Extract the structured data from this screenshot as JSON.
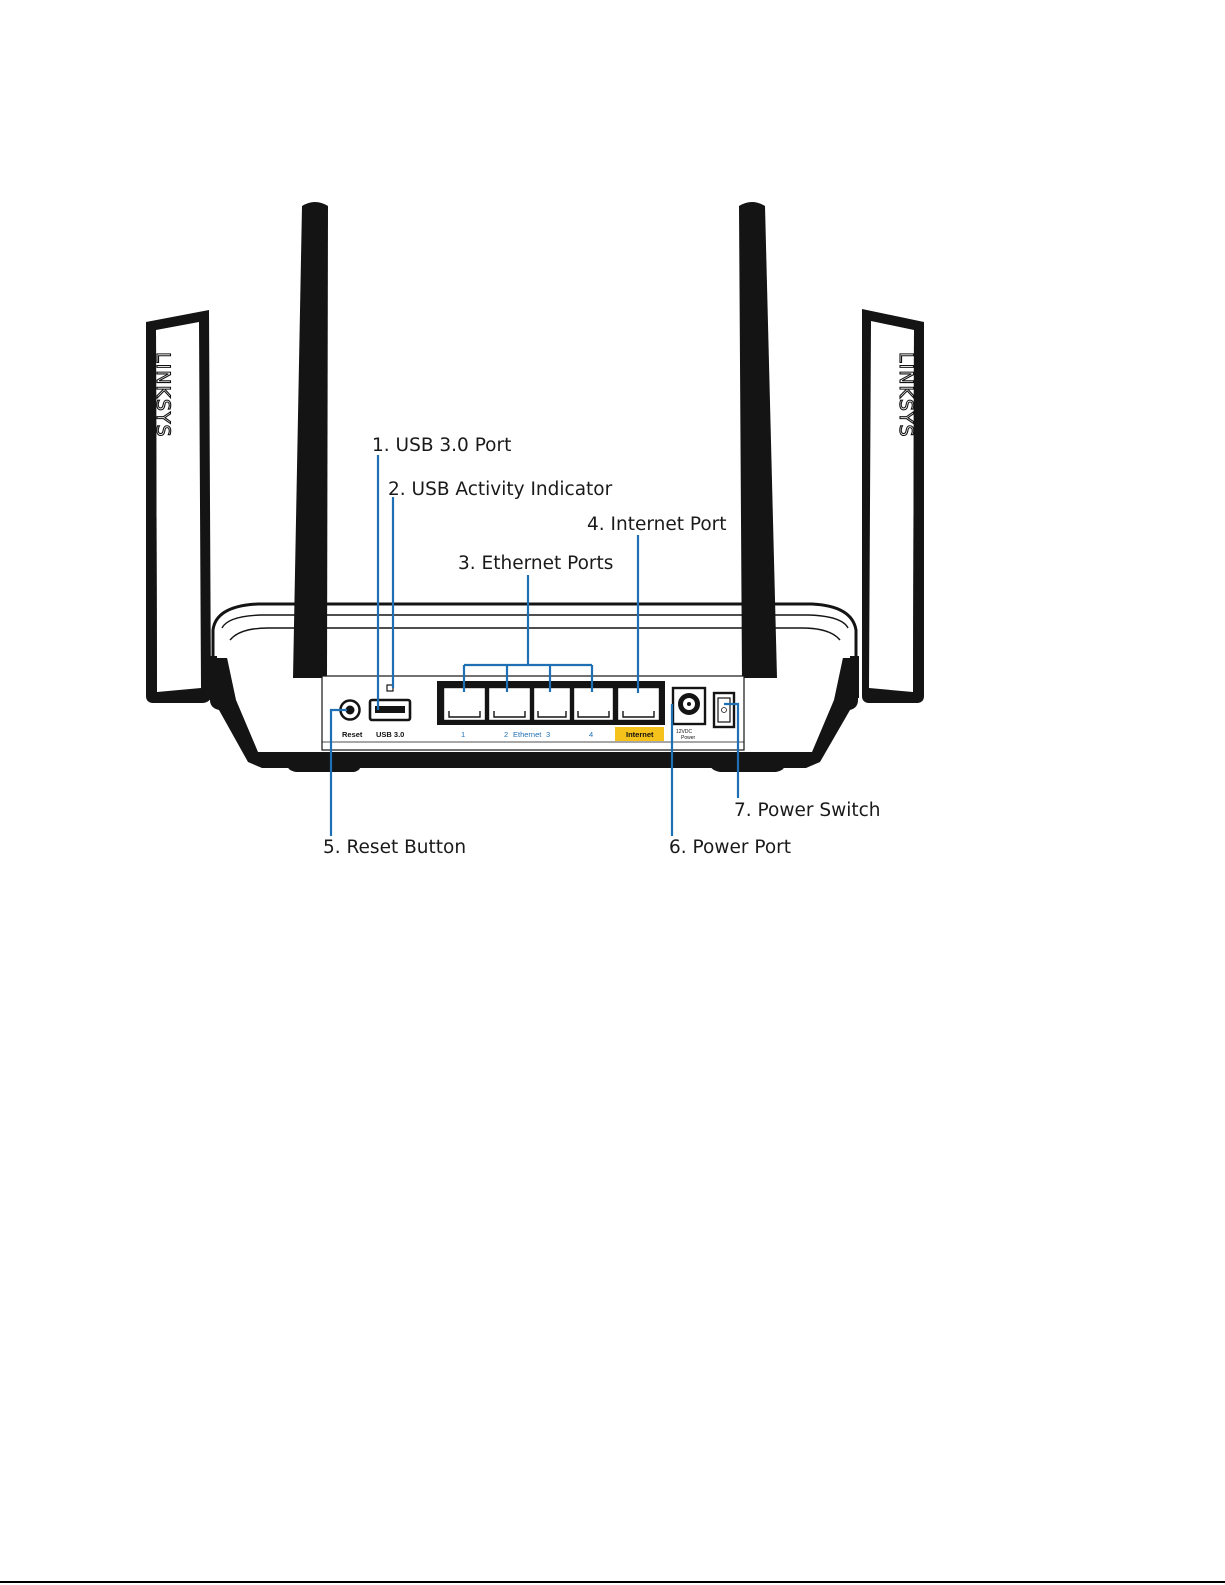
{
  "callouts": {
    "usb_port": "1. USB 3.0 Port",
    "usb_activity": "2. USB Activity Indicator",
    "ethernet_ports": "3. Ethernet Ports",
    "internet_port": "4. Internet Port",
    "reset_button": "5. Reset Button",
    "power_port": "6. Power Port",
    "power_switch": "7. Power Switch"
  },
  "panel_labels": {
    "reset": "Reset",
    "usb": "USB 3.0",
    "eth_1": "1",
    "eth_2": "2",
    "ethernet": "Ethernet",
    "eth_3": "3",
    "eth_4": "4",
    "internet": "Internet",
    "power_volt": "12VDC",
    "power": "Power"
  },
  "brand_left": "LINKSYS",
  "brand_right": "LINKSYS",
  "colors": {
    "leader": "#1f6fb5",
    "internet_highlight": "#f5c11b",
    "outline": "#141414"
  }
}
